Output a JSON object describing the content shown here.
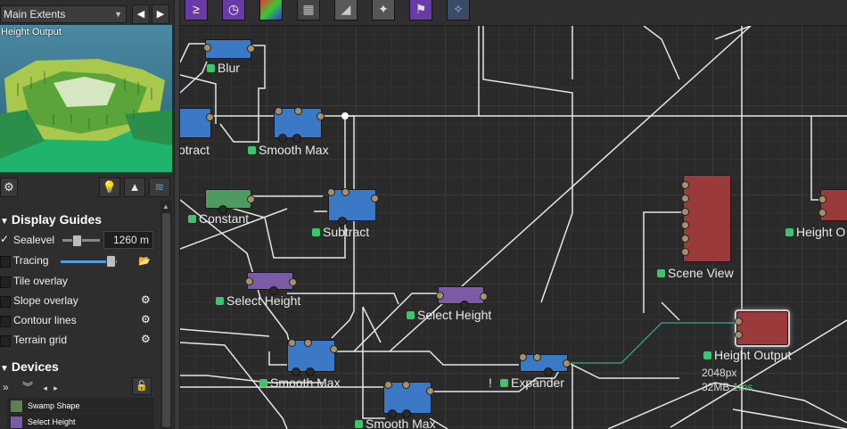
{
  "left_panel": {
    "extents_select": "Main Extents",
    "nav_prev": "◀",
    "nav_next": "▶",
    "preview_label": "Height Output",
    "display_guides": {
      "title": "Display Guides",
      "sealevel_label": "Sealevel",
      "sealevel_value": "1260 m",
      "items": [
        "Tracing",
        "Tile overlay",
        "Slope overlay",
        "Contour lines",
        "Terrain grid"
      ]
    },
    "devices": {
      "title": "Devices",
      "items": [
        "Swamp Shape",
        "Select Height"
      ]
    }
  },
  "nodes": {
    "blur": "Blur",
    "subtract_left": "otract",
    "smooth_max_1": "Smooth Max",
    "constant": "Constant",
    "subtract": "Subtract",
    "select_height_1": "Select Height",
    "select_height_2": "Select Height",
    "smooth_max_2": "Smooth Max",
    "smooth_max_3": "Smooth Max",
    "expander": "Expander",
    "expander_warning": "!",
    "scene_view": "Scene View",
    "height_output": "Height Output",
    "height_output_right": "Height O",
    "height_output_size": "2048px",
    "height_output_mem": "32MB",
    "height_output_time": "1ms"
  },
  "colors": {
    "node_blue": "#3b79c6",
    "node_green": "#4d9b61",
    "node_purple": "#7b5ba5",
    "node_red": "#9b3a3a",
    "status_green": "#3ec46b",
    "accent_blue": "#4f9fe0"
  }
}
